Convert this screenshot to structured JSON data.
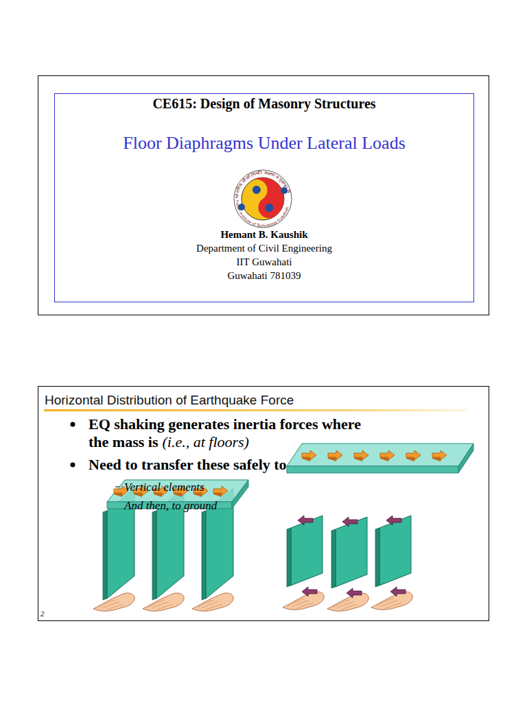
{
  "diagram": {
    "nodes": [
      {
        "text": [
          "CE615: Design of Masonry Structures",
          "Floor Diaphragms Under Lateral Loads",
          "Hemant B. Kaushik",
          "Department of Civil Engineering",
          "IIT Guwahati",
          "Guwahati 781039"
        ]
      },
      {
        "text": [
          "Horizontal Distribution of Earthquake Force",
          "EQ shaking generates inertia forces where the mass is",
          "(i.e., at floors)",
          "Need to transfer these safely to",
          "Vertical elements",
          "And then, to ground"
        ]
      }
    ],
    "labels": [
      "2",
      "भारतीय प्रौद्योगिकी संस्थान गुवाहाटी",
      "Indian Institute of Technology Guwahati"
    ]
  }
}
